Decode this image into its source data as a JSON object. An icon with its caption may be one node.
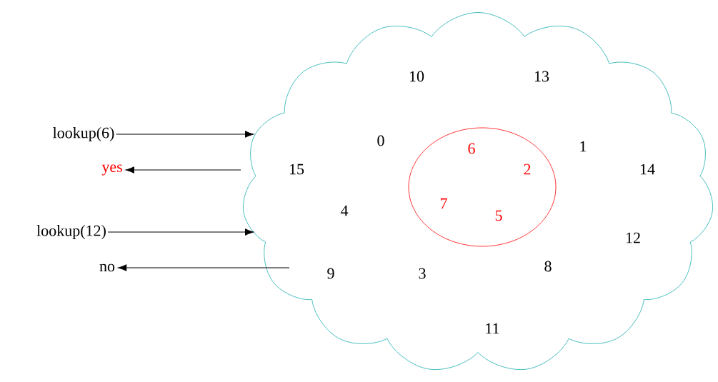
{
  "diagram": {
    "nodes": [
      {
        "text": [
          "10",
          "13",
          "0",
          "1",
          "15",
          "14",
          "4",
          "12",
          "9",
          "3",
          "8",
          "11"
        ]
      },
      {
        "text": [
          "6",
          "2",
          "7",
          "5"
        ],
        "in": 0
      },
      {
        "text": [
          "lookup(6)"
        ]
      },
      {
        "text": [
          "yes"
        ]
      },
      {
        "text": [
          "lookup(12)"
        ]
      },
      {
        "text": [
          "no"
        ]
      }
    ],
    "edges": [
      {
        "from": 2,
        "to": 0,
        "arrow": "to"
      },
      {
        "from": 0,
        "to": 3,
        "arrow": "to"
      },
      {
        "from": 4,
        "to": 0,
        "arrow": "to"
      },
      {
        "from": 0,
        "to": 5,
        "arrow": "to"
      }
    ]
  }
}
